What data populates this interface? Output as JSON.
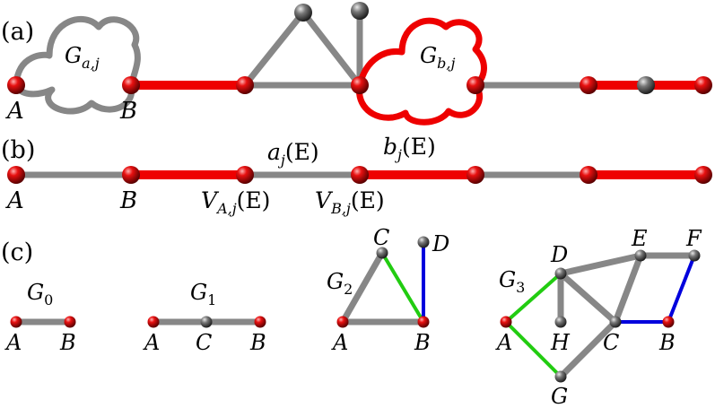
{
  "panels": {
    "a": {
      "tag": "(a)",
      "cloud_a": {
        "main": "G",
        "sub": "a,j"
      },
      "cloud_b": {
        "main": "G",
        "sub": "b,j"
      },
      "vertex_labels": {
        "A": "A",
        "B": "B"
      }
    },
    "b": {
      "tag": "(b)",
      "edge_a_label": {
        "main": "a",
        "sub": "j",
        "arg": "(E)"
      },
      "edge_b_label": {
        "main": "b",
        "sub": "j",
        "arg": "(E)"
      },
      "va_label": {
        "main": "V",
        "sub": "A,j",
        "arg": "(E)"
      },
      "vb_label": {
        "main": "V",
        "sub": "B,j",
        "arg": "(E)"
      },
      "vertex_labels": {
        "A": "A",
        "B": "B"
      }
    },
    "c": {
      "tag": "(c)",
      "g0": {
        "title_main": "G",
        "title_sub": "0",
        "labels": {
          "A": "A",
          "B": "B"
        }
      },
      "g1": {
        "title_main": "G",
        "title_sub": "1",
        "labels": {
          "A": "A",
          "C": "C",
          "B": "B"
        }
      },
      "g2": {
        "title_main": "G",
        "title_sub": "2",
        "labels": {
          "A": "A",
          "B": "B",
          "C": "C",
          "D": "D"
        }
      },
      "g3": {
        "title_main": "G",
        "title_sub": "3",
        "labels": {
          "A": "A",
          "B": "B",
          "C": "C",
          "D": "D",
          "E": "E",
          "F": "F",
          "G": "G",
          "H": "H"
        }
      }
    }
  },
  "colors": {
    "gray_edge": "#878787",
    "red_edge": "#ee0000",
    "green_edge": "#22cc11",
    "blue_edge": "#0000dd",
    "red_vertex": "#cc0000",
    "gray_vertex": "#555555"
  }
}
